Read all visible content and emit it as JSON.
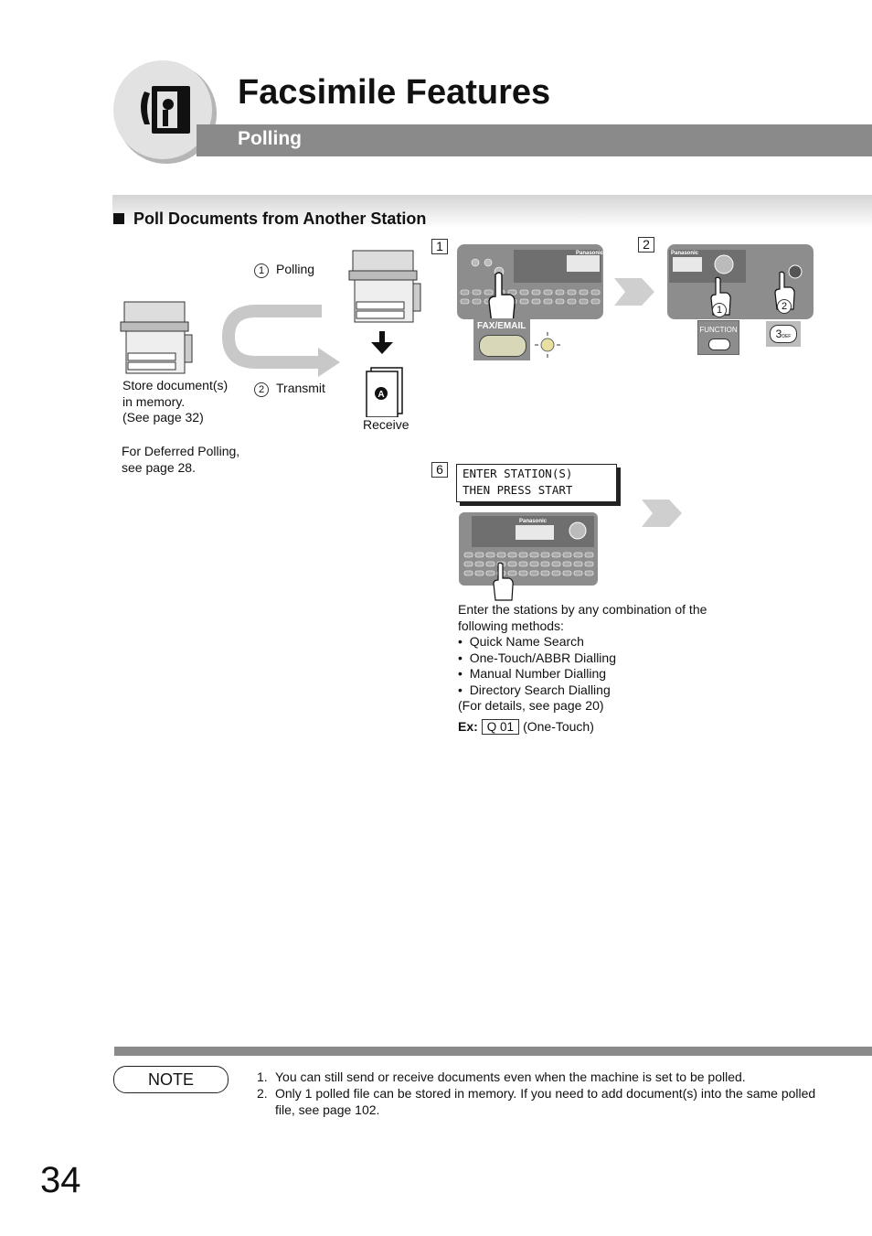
{
  "header": {
    "title": "Facsimile Features",
    "subtitle": "Polling"
  },
  "section": {
    "title": "Poll Documents from Another Station"
  },
  "diagram": {
    "polling_label": "Polling",
    "polling_num": "1",
    "transmit_label": "Transmit",
    "transmit_num": "2",
    "receive_label": "Receive",
    "doc_letter": "A",
    "store_text": [
      "Store document(s)",
      "in memory.",
      "(See page 32)"
    ],
    "deferred_text": [
      "For Deferred Polling,",
      "see page 28."
    ]
  },
  "steps": {
    "step1_num": "1",
    "step1_key_label": "FAX/EMAIL",
    "step2_num": "2",
    "step2_function_label": "FUNCTION",
    "step2_key3_label": "3",
    "step2_key3_sub": "DEF",
    "step2_circle1": "1",
    "step2_circle2": "2",
    "step6_num": "6",
    "lcd_line1": "ENTER STATION(S)",
    "lcd_line2": "THEN PRESS START",
    "panel_brand": "Panasonic"
  },
  "instructions": {
    "intro": [
      "Enter the stations by any combination of the",
      "following methods:"
    ],
    "methods": [
      "Quick Name Search",
      "One-Touch/ABBR Dialling",
      "Manual Number Dialling",
      "Directory Search Dialling"
    ],
    "details": "(For details, see page 20)",
    "ex_label": "Ex:",
    "ex_key": "Q 01",
    "ex_note": "(One-Touch)"
  },
  "note": {
    "label": "NOTE",
    "items": [
      {
        "num": "1.",
        "text": "You can still send or receive documents even when the machine is set to be polled."
      },
      {
        "num": "2.",
        "text": "Only 1 polled file can be stored in memory. If you need to add document(s) into the same polled file, see page 102."
      }
    ]
  },
  "page_number": "34",
  "colors": {
    "header_bar": "#8a8a8a",
    "panel_gray": "#8d8d8d",
    "chevron": "#cfcfcf"
  }
}
